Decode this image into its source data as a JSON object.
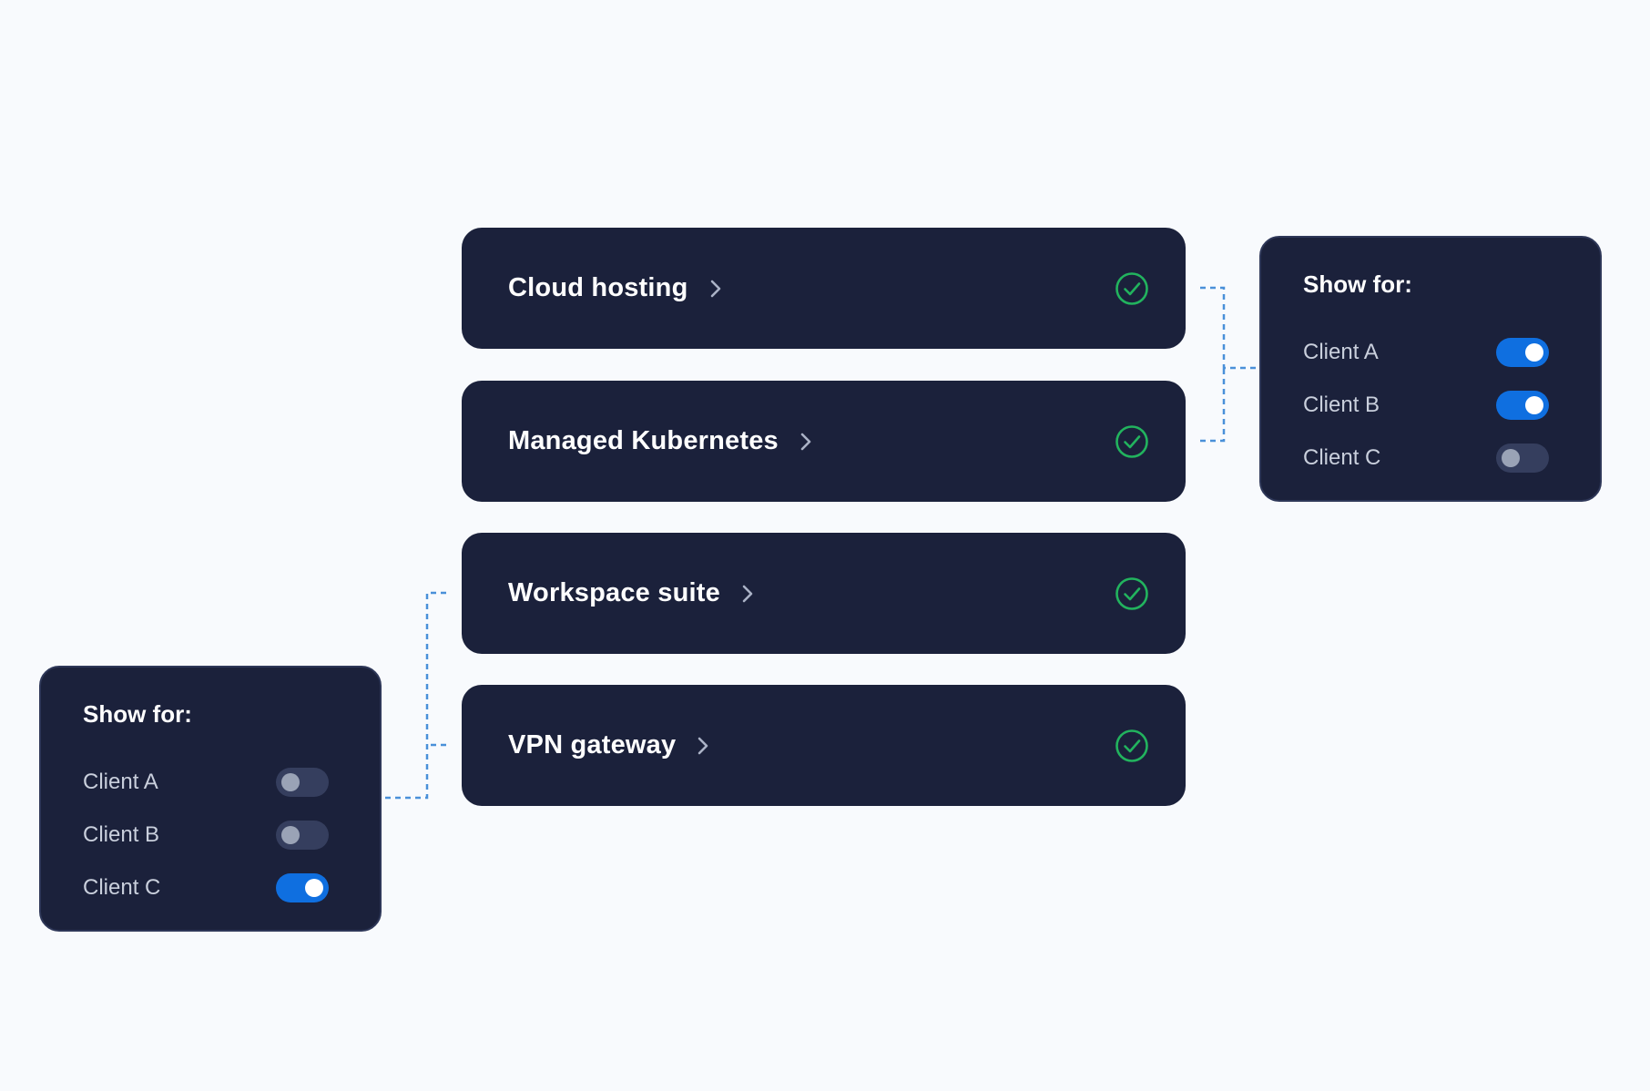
{
  "services": [
    {
      "title": "Cloud hosting",
      "status": "enabled"
    },
    {
      "title": "Managed Kubernetes",
      "status": "enabled"
    },
    {
      "title": "Workspace suite",
      "status": "enabled"
    },
    {
      "title": "VPN gateway",
      "status": "enabled"
    }
  ],
  "panels": [
    {
      "title": "Show for:",
      "clients": [
        {
          "label": "Client A",
          "on": true
        },
        {
          "label": "Client B",
          "on": true
        },
        {
          "label": "Client C",
          "on": false
        }
      ]
    },
    {
      "title": "Show for:",
      "clients": [
        {
          "label": "Client A",
          "on": false
        },
        {
          "label": "Client B",
          "on": false
        },
        {
          "label": "Client C",
          "on": true
        }
      ]
    }
  ],
  "icons": {
    "status": "check-circle-icon",
    "expand": "chevron-right-icon"
  },
  "colors": {
    "background": "#f8fafd",
    "card": "#1b213b",
    "toggle_on": "#0f6fe0",
    "toggle_off": "#353e5e",
    "check": "#22b35e",
    "connector": "#4a90d9"
  }
}
